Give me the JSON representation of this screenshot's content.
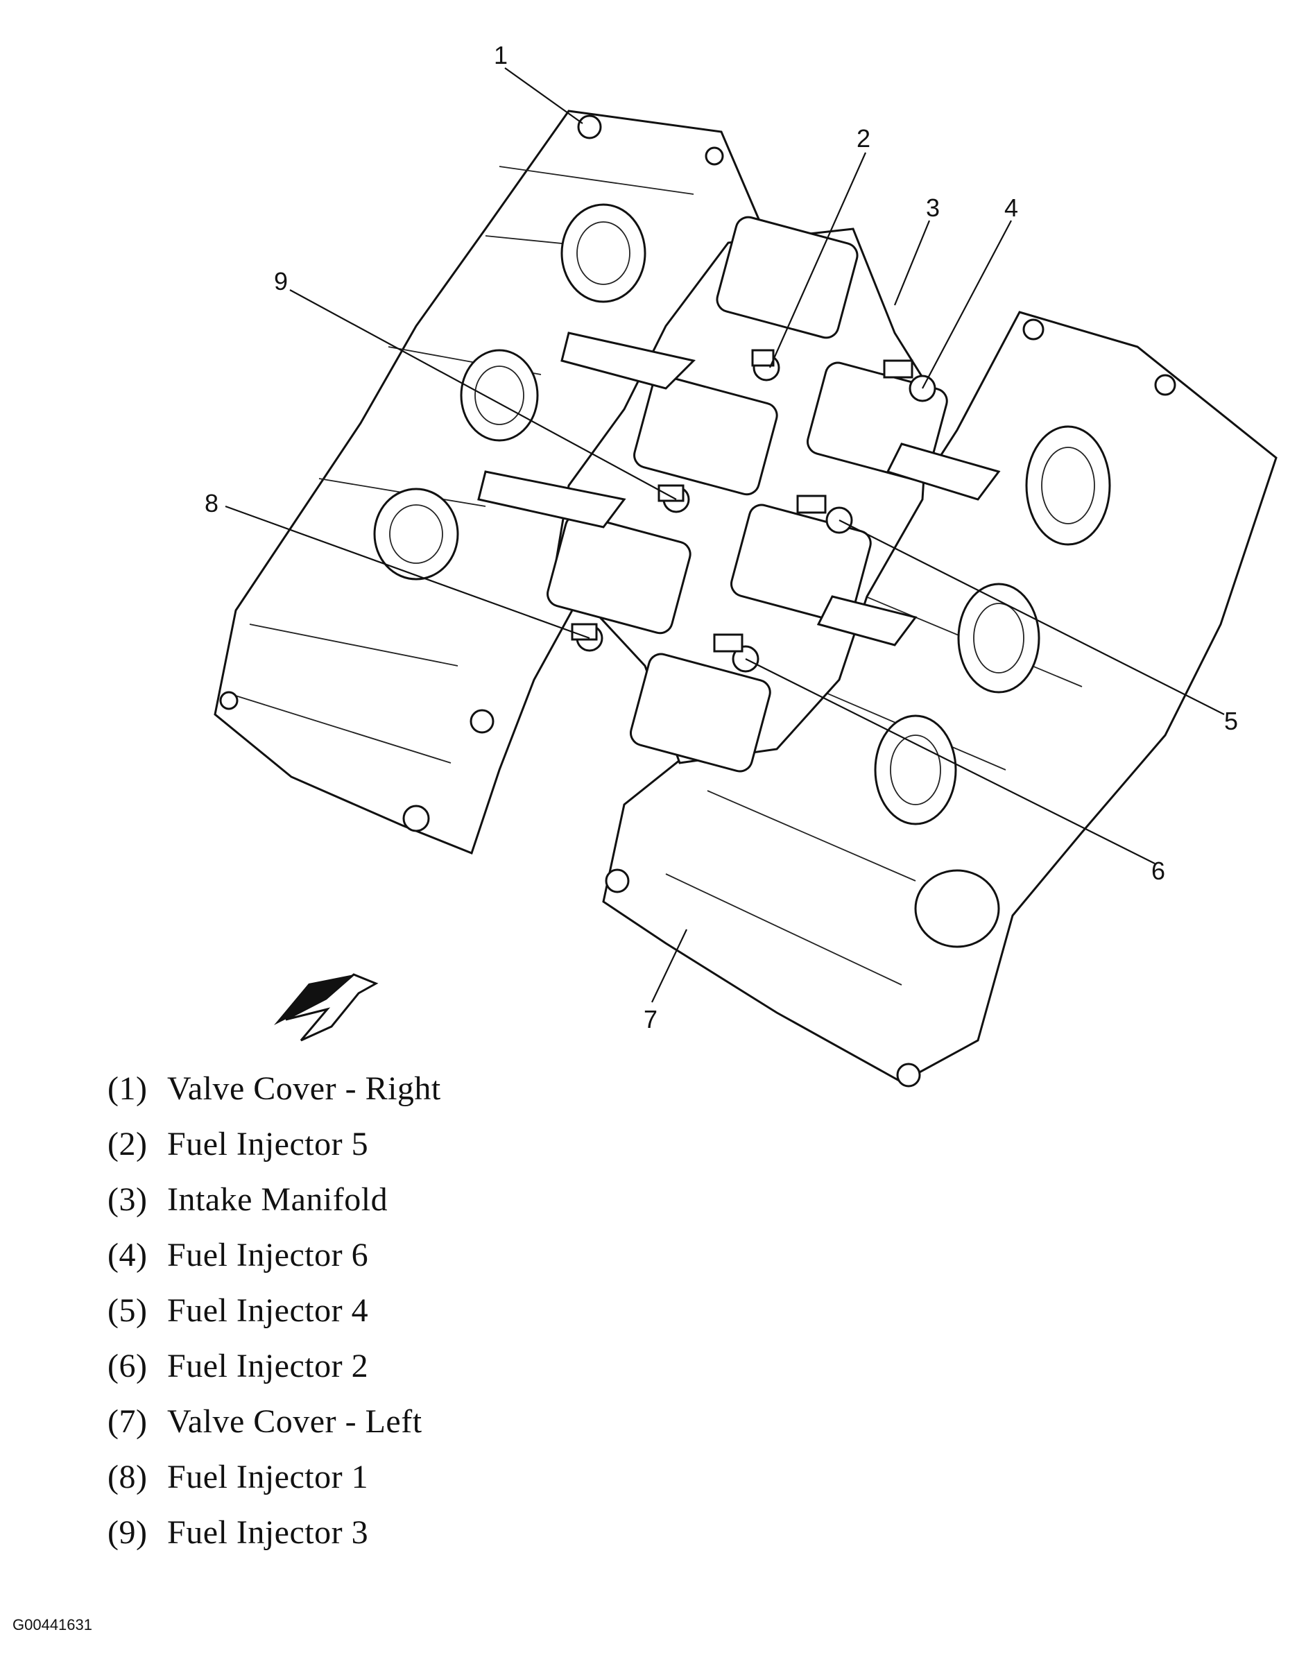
{
  "callouts": [
    "1",
    "2",
    "3",
    "4",
    "5",
    "6",
    "7",
    "8",
    "9"
  ],
  "legend": [
    {
      "num": "(1)",
      "label": "Valve Cover - Right"
    },
    {
      "num": "(2)",
      "label": "Fuel Injector 5"
    },
    {
      "num": "(3)",
      "label": "Intake Manifold"
    },
    {
      "num": "(4)",
      "label": "Fuel Injector 6"
    },
    {
      "num": "(5)",
      "label": "Fuel Injector 4"
    },
    {
      "num": "(6)",
      "label": "Fuel Injector 2"
    },
    {
      "num": "(7)",
      "label": "Valve Cover - Left"
    },
    {
      "num": "(8)",
      "label": "Fuel Injector 1"
    },
    {
      "num": "(9)",
      "label": "Fuel Injector 3"
    }
  ],
  "figure_id": "G00441631",
  "direction_arrow_icon": "front-direction-arrow-icon"
}
